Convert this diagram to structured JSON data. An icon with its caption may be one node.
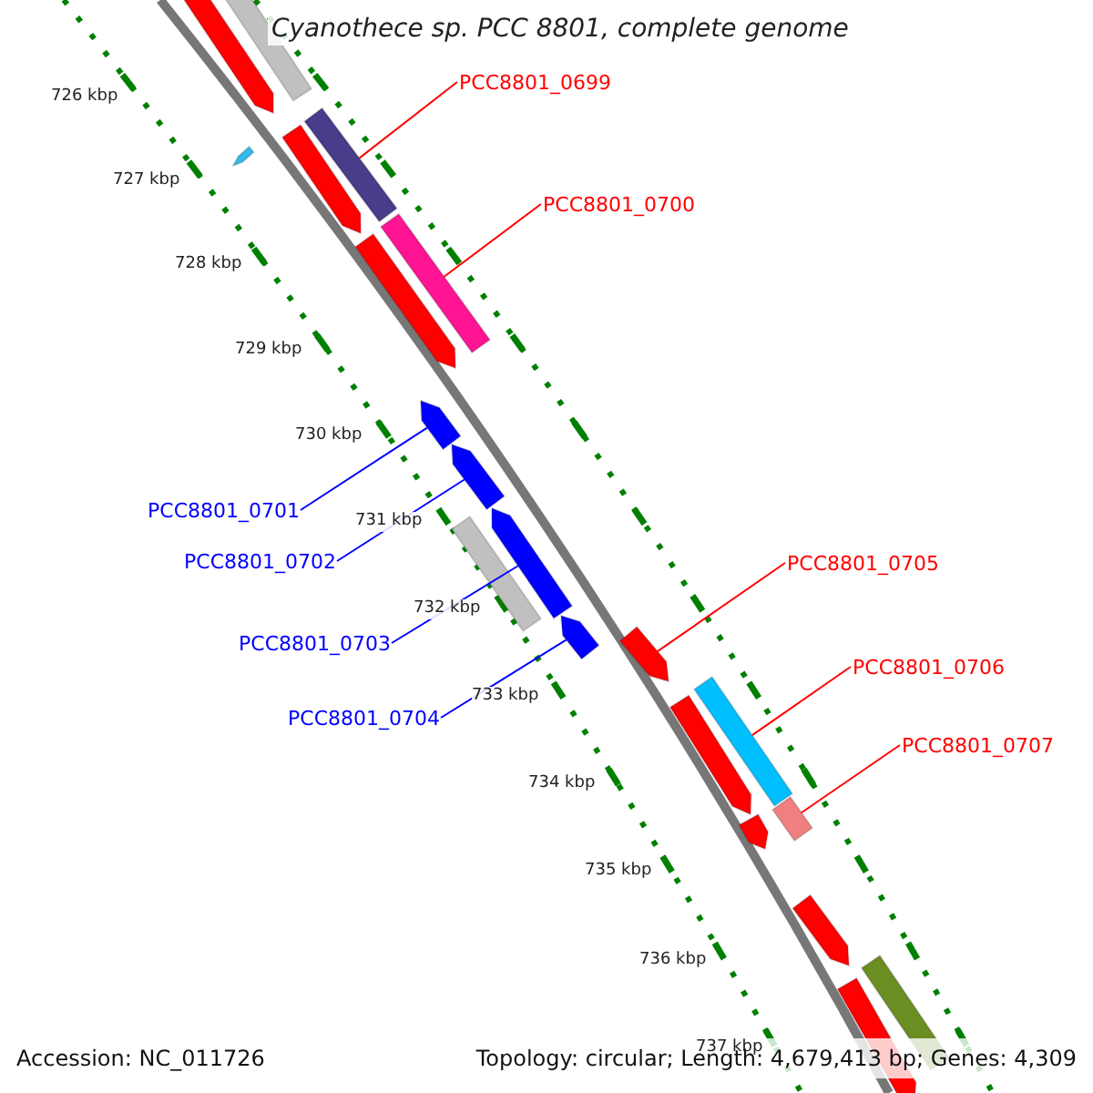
{
  "diagram": {
    "title": "Cyanothece sp. PCC 8801, complete genome",
    "nodes": [
      {
        "text": [
          "PCC8801_0699"
        ]
      },
      {
        "text": [
          "PCC8801_0700"
        ]
      },
      {
        "text": [
          "PCC8801_0701"
        ]
      },
      {
        "text": [
          "PCC8801_0702"
        ]
      },
      {
        "text": [
          "PCC8801_0703"
        ]
      },
      {
        "text": [
          "PCC8801_0704"
        ]
      },
      {
        "text": [
          "PCC8801_0705"
        ]
      },
      {
        "text": [
          "PCC8801_0706"
        ]
      },
      {
        "text": [
          "PCC8801_0707"
        ]
      },
      {
        "text": [],
        "shape": "bar"
      },
      {
        "text": [],
        "shape": "bar"
      },
      {
        "text": [],
        "shape": "bar"
      },
      {
        "text": [],
        "shape": "bar"
      },
      {
        "text": [],
        "shape": "bar"
      },
      {
        "text": [],
        "shape": "bar"
      },
      {
        "text": [],
        "shape": "bar"
      },
      {
        "text": [],
        "shape": "bar"
      },
      {
        "text": [],
        "shape": "bar"
      },
      {
        "text": [],
        "shape": "bar"
      },
      {
        "text": [],
        "shape": "bar"
      },
      {
        "text": [],
        "shape": "bar"
      },
      {
        "text": [],
        "shape": "bar"
      },
      {
        "text": [],
        "shape": "bar"
      },
      {
        "text": [],
        "shape": "bar"
      },
      {
        "text": [],
        "shape": "bar"
      },
      {
        "text": [],
        "shape": "bar"
      },
      {
        "text": [],
        "shape": "bar"
      },
      {
        "text": [],
        "shape": "bar"
      },
      {
        "text": [],
        "shape": "bar"
      }
    ],
    "edges": [
      {
        "from": 0,
        "to": 9,
        "arrow": "none"
      },
      {
        "from": 1,
        "to": 10,
        "arrow": "none"
      },
      {
        "from": 2,
        "to": 11,
        "arrow": "none",
        "color": "#0000ff"
      },
      {
        "from": 3,
        "to": 12,
        "arrow": "none",
        "color": "#0000ff"
      },
      {
        "from": 4,
        "to": 13,
        "arrow": "none",
        "color": "#0000ff"
      },
      {
        "from": 5,
        "to": 14,
        "arrow": "none",
        "color": "#0000ff"
      },
      {
        "from": 6,
        "to": 15,
        "arrow": "none"
      },
      {
        "from": 7,
        "to": 16,
        "arrow": "none"
      },
      {
        "from": 8,
        "to": 17,
        "arrow": "none"
      }
    ],
    "labels": [
      "726 kbp",
      "727 kbp",
      "728 kbp",
      "729 kbp",
      "730 kbp",
      "731 kbp",
      "732 kbp",
      "733 kbp",
      "734 kbp",
      "735 kbp",
      "736 kbp",
      "737 kbp",
      "Accession: NC_011726",
      "Topology: circular; Length: 4,679,413 bp; Genes: 4,309"
    ]
  }
}
